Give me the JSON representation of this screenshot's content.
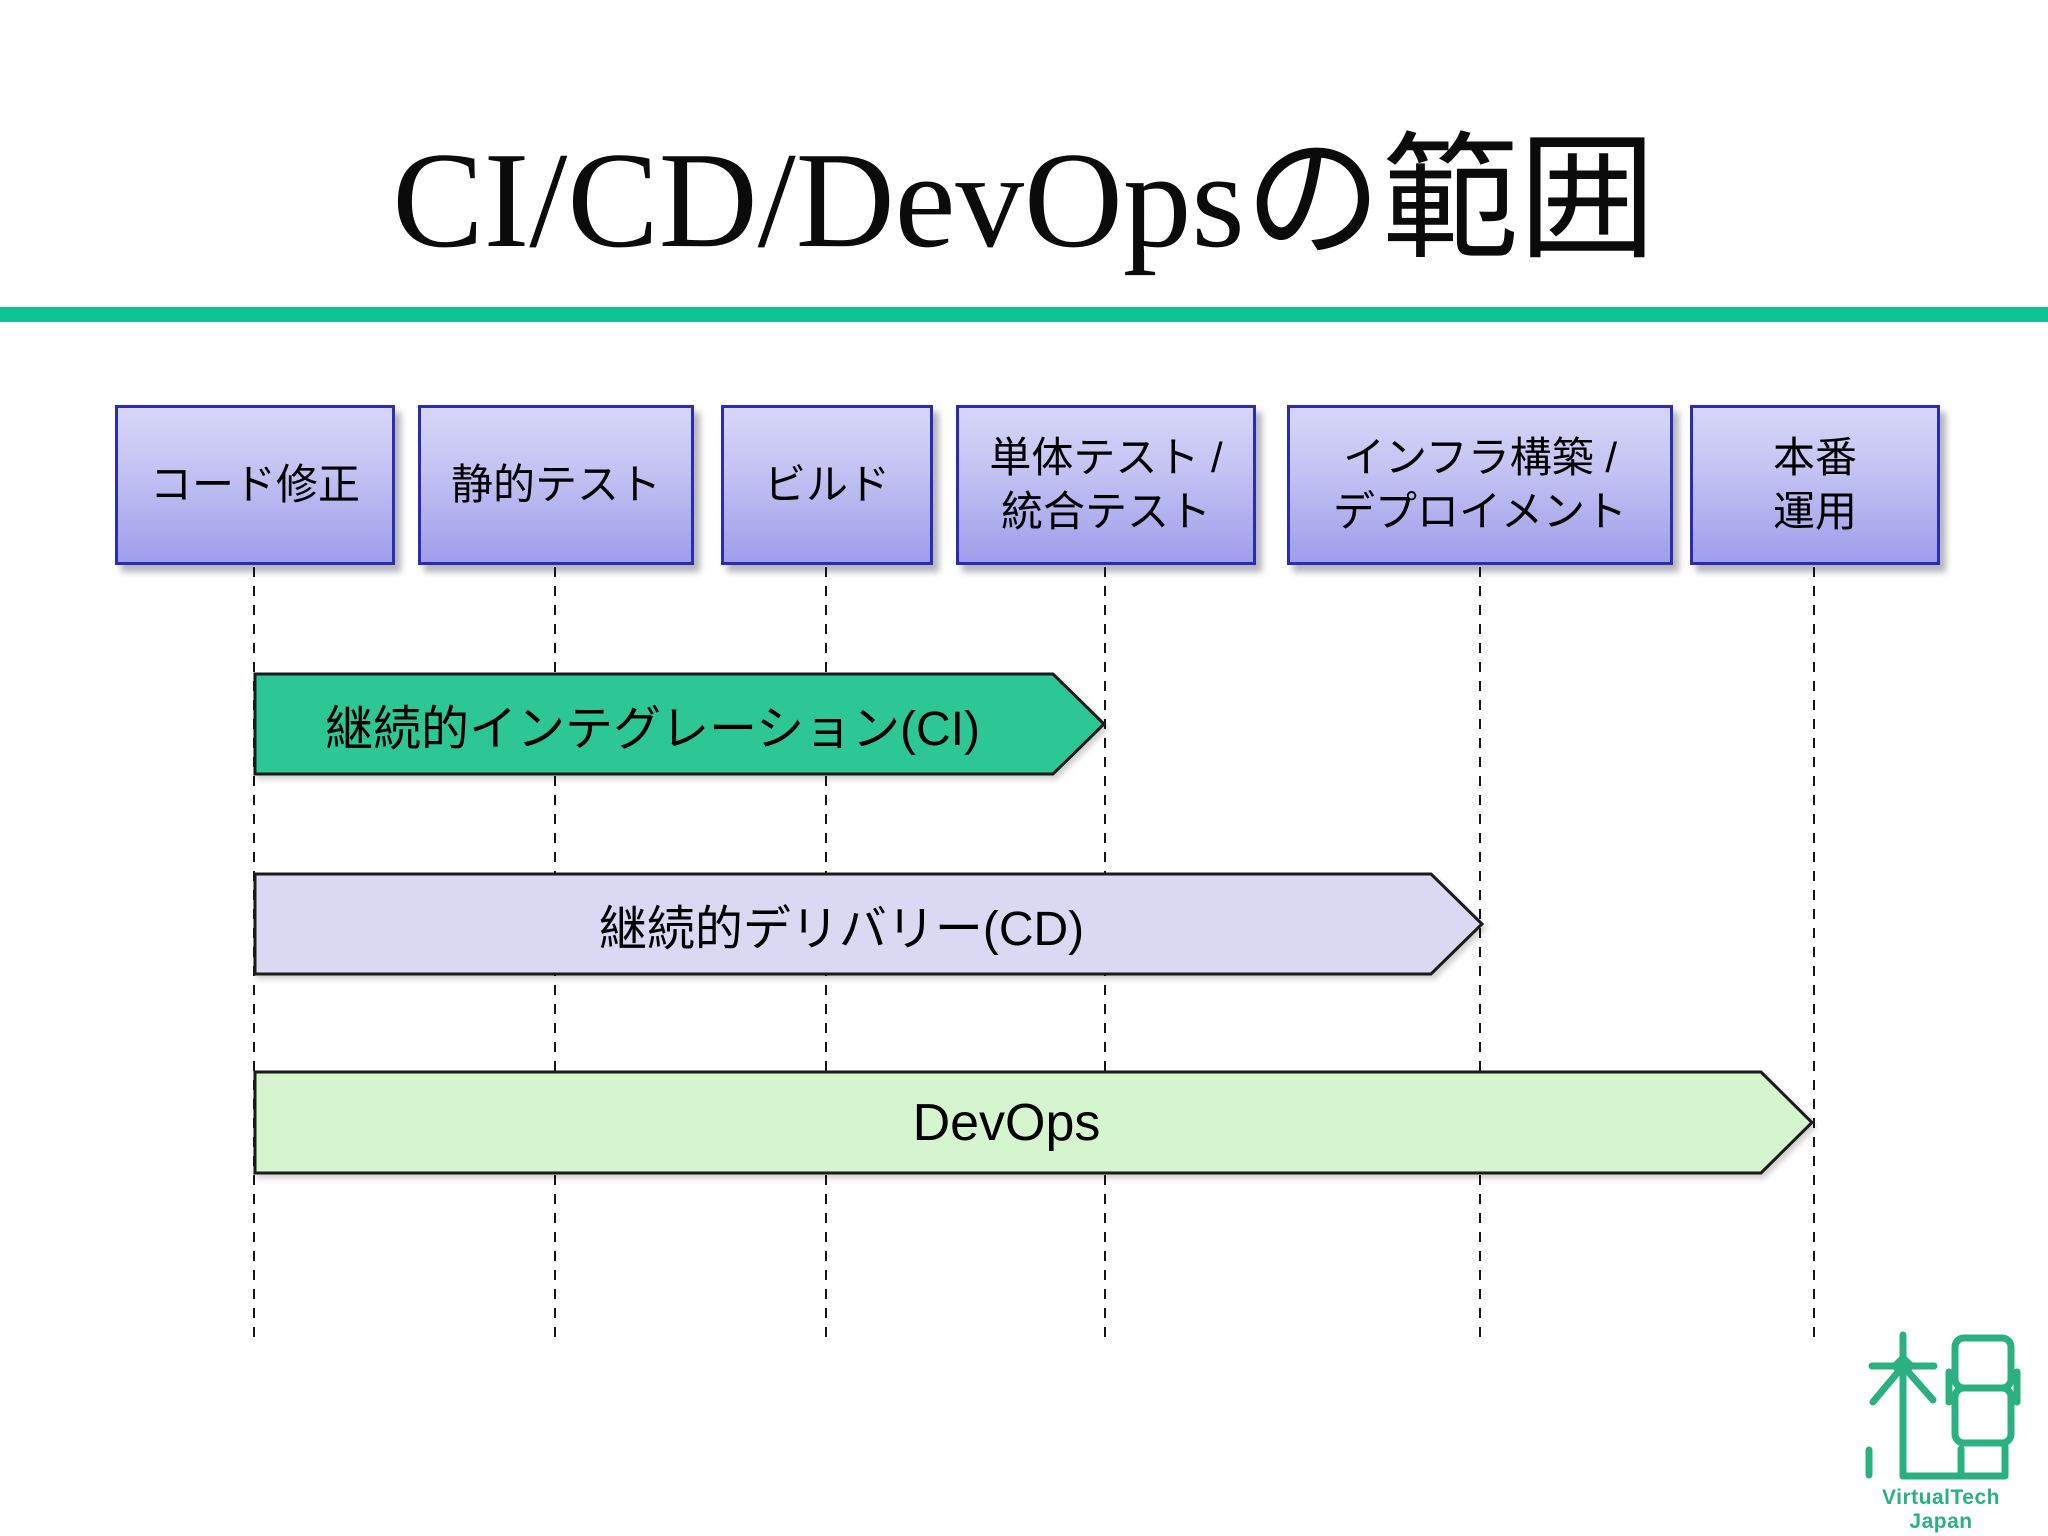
{
  "title": {
    "text": "CI/CD/DevOpsの範囲"
  },
  "accent_color": "#0fc392",
  "stages": {
    "box_border_color": "#2b2bb4",
    "box_fill_top": "#d7d6f8",
    "box_fill_bottom": "#9e9eeb",
    "items": [
      {
        "id": "code-fix",
        "lines": [
          "コード修正"
        ]
      },
      {
        "id": "static-test",
        "lines": [
          "静的テスト"
        ]
      },
      {
        "id": "build",
        "lines": [
          "ビルド"
        ]
      },
      {
        "id": "unit-integration-test",
        "lines": [
          "単体テスト /",
          "統合テスト"
        ]
      },
      {
        "id": "infra-deployment",
        "lines": [
          "インフラ構築 /",
          "デプロイメント"
        ]
      },
      {
        "id": "production-operation",
        "lines": [
          "本番",
          "運用"
        ]
      }
    ]
  },
  "bands": {
    "items": [
      {
        "id": "ci",
        "label": "継続的インテグレーション(CI)",
        "fill": "#2cc795"
      },
      {
        "id": "cd",
        "label": "継続的デリバリー(CD)",
        "fill": "#dad8f3"
      },
      {
        "id": "devops",
        "label": "DevOps",
        "fill": "#d5f5ce"
      }
    ]
  },
  "logo": {
    "text": "VirtualTech Japan",
    "color": "#2bb07f"
  }
}
